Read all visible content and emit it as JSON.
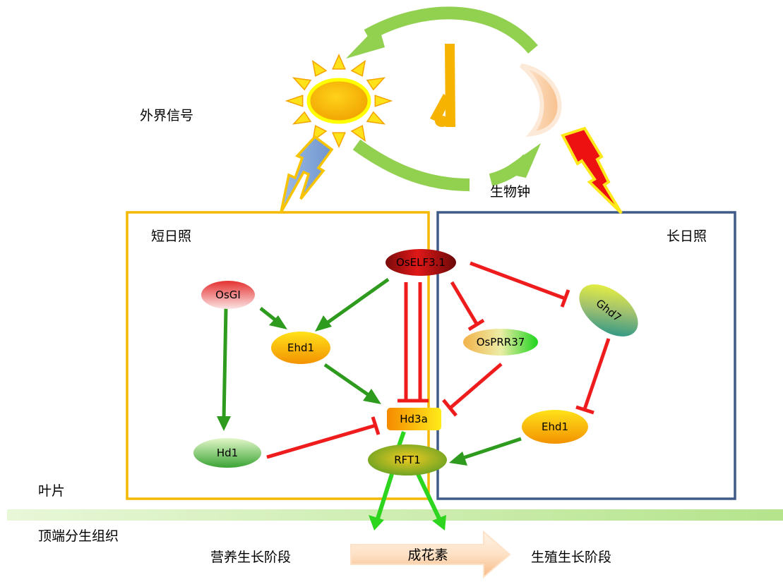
{
  "labels": {
    "external_signal": "外界信号",
    "circadian_clock": "生物钟",
    "short_day": "短日照",
    "long_day": "长日照",
    "leaf": "叶片",
    "apical_meristem": "顶端分生组织",
    "vegetative_stage": "营养生长阶段",
    "florigen": "成花素",
    "reproductive_stage": "生殖生长阶段"
  },
  "nodes": {
    "oself3": "OsELF3.1",
    "osgi": "OsGI",
    "ehd1_left": "Ehd1",
    "osprr37": "OsPRR37",
    "ghd7": "Ghd7",
    "ehd1_right": "Ehd1",
    "hd3a": "Hd3a",
    "hd1": "Hd1",
    "rft1": "RFT1"
  },
  "colors": {
    "short_day_box": "#F5B800",
    "long_day_box": "#3E5A87",
    "activation": "#2E9B1E",
    "inhibition": "#EE1C1C",
    "output": "#2ED51E"
  }
}
